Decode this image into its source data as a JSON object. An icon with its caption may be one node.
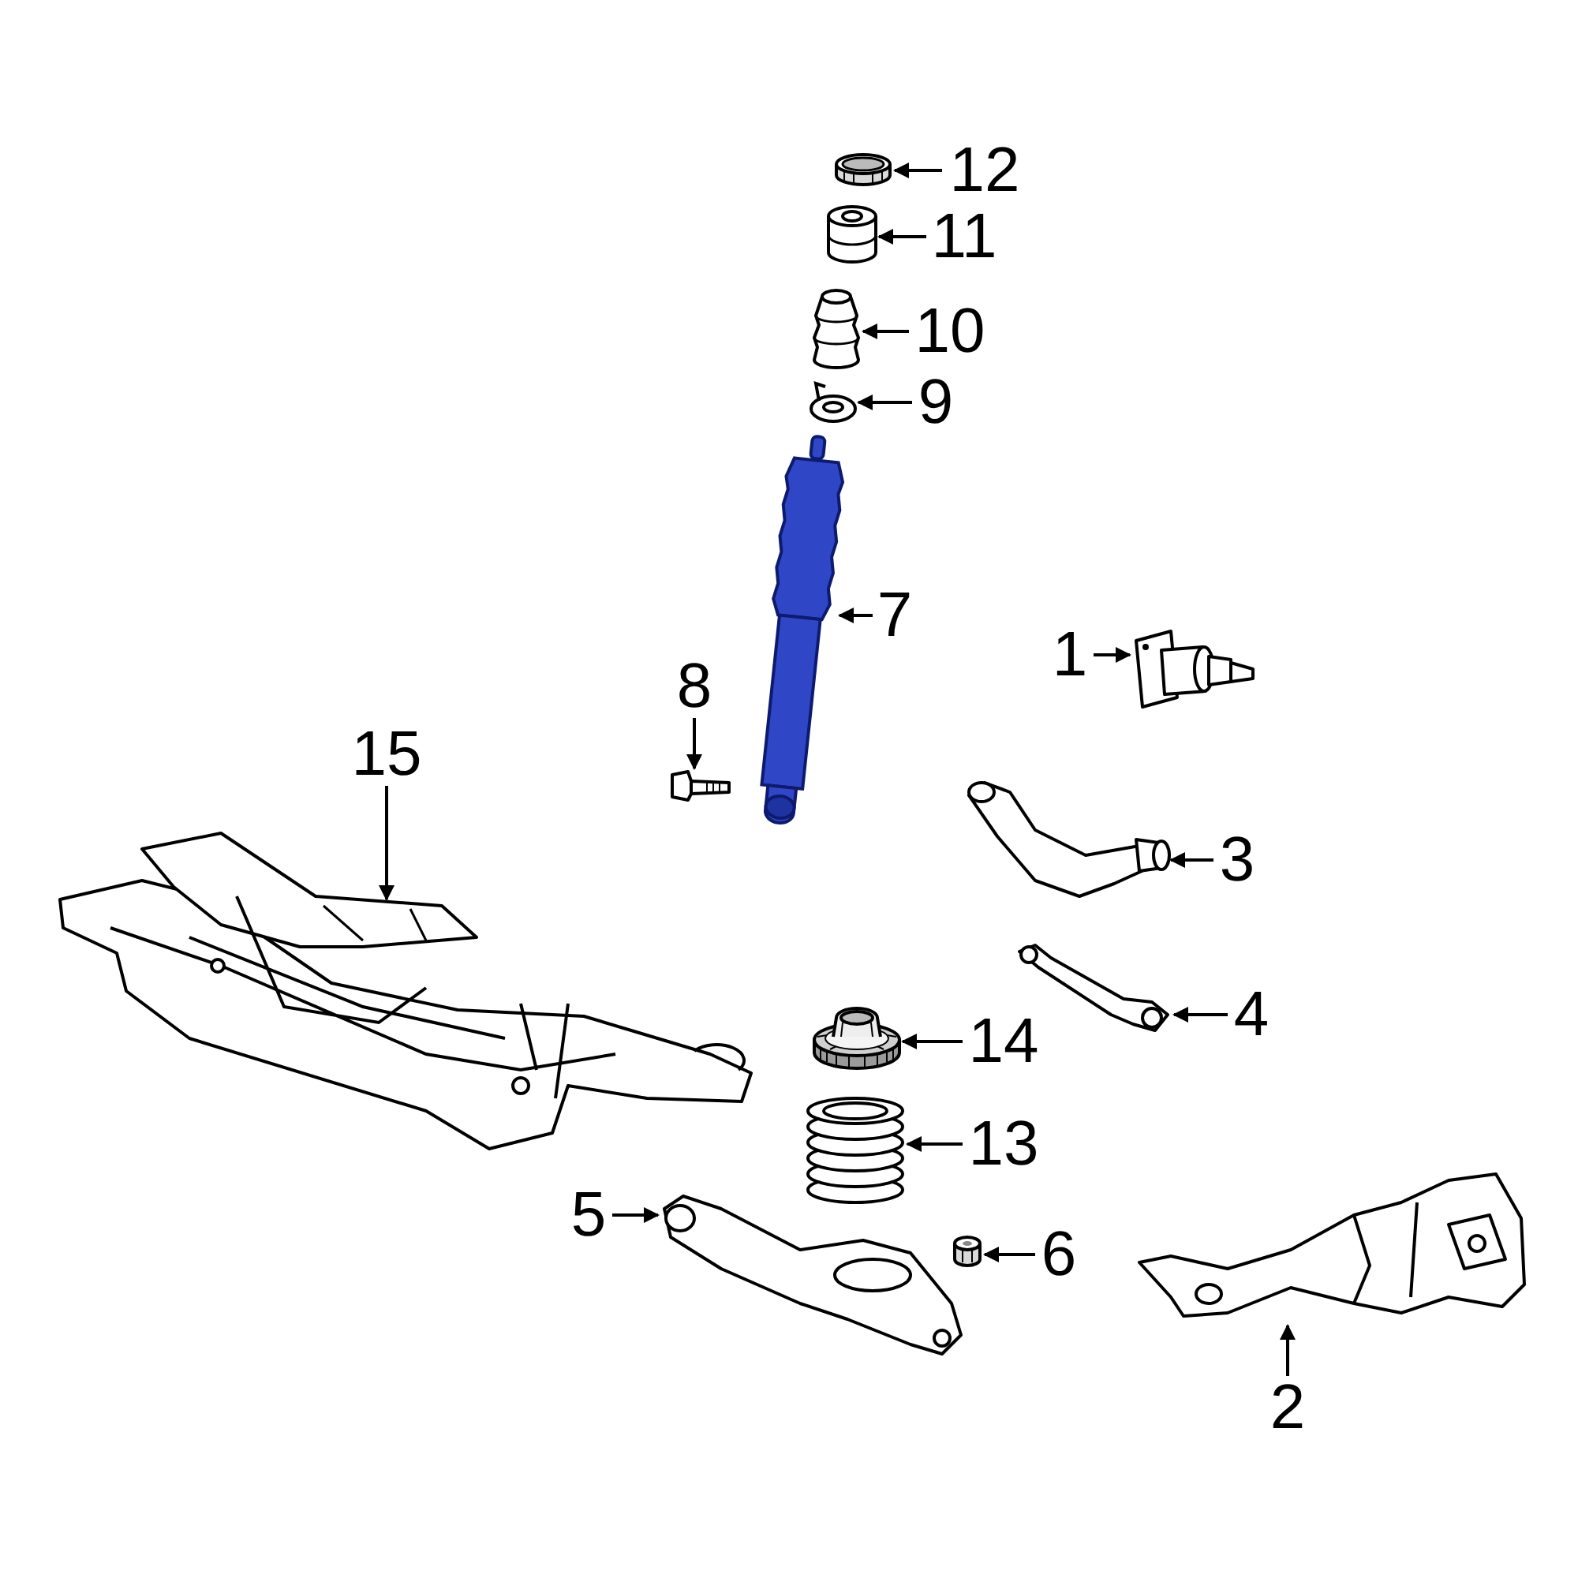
{
  "diagram": {
    "nodes": [
      {
        "text": [
          "12"
        ]
      },
      {
        "text": [],
        "shape": "picture"
      },
      {
        "text": [
          "11"
        ]
      },
      {
        "text": [],
        "shape": "picture"
      },
      {
        "text": [
          "10"
        ]
      },
      {
        "text": [],
        "shape": "picture"
      },
      {
        "text": [
          "9"
        ]
      },
      {
        "text": [],
        "shape": "picture"
      },
      {
        "text": [
          "7"
        ]
      },
      {
        "text": [],
        "shape": "picture"
      },
      {
        "text": [
          "1"
        ]
      },
      {
        "text": [],
        "shape": "picture"
      },
      {
        "text": [
          "8"
        ]
      },
      {
        "text": [],
        "shape": "picture"
      },
      {
        "text": [
          "15"
        ]
      },
      {
        "text": [],
        "shape": "picture"
      },
      {
        "text": [
          "3"
        ]
      },
      {
        "text": [],
        "shape": "picture"
      },
      {
        "text": [
          "4"
        ]
      },
      {
        "text": [],
        "shape": "picture"
      },
      {
        "text": [
          "14"
        ]
      },
      {
        "text": [],
        "shape": "picture"
      },
      {
        "text": [
          "13"
        ]
      },
      {
        "text": [],
        "shape": "picture"
      },
      {
        "text": [
          "5"
        ]
      },
      {
        "text": [],
        "shape": "picture"
      },
      {
        "text": [
          "6"
        ]
      },
      {
        "text": [],
        "shape": "picture"
      },
      {
        "text": [
          "2"
        ]
      },
      {
        "text": [],
        "shape": "picture"
      }
    ],
    "edges": [
      {
        "from": 0,
        "to": 1,
        "arrow": "to"
      },
      {
        "from": 2,
        "to": 3,
        "arrow": "to"
      },
      {
        "from": 4,
        "to": 5,
        "arrow": "to"
      },
      {
        "from": 6,
        "to": 7,
        "arrow": "to"
      },
      {
        "from": 8,
        "to": 9,
        "arrow": "to"
      },
      {
        "from": 10,
        "to": 11,
        "arrow": "to"
      },
      {
        "from": 12,
        "to": 13,
        "arrow": "to"
      },
      {
        "from": 14,
        "to": 15,
        "arrow": "to"
      },
      {
        "from": 16,
        "to": 17,
        "arrow": "to"
      },
      {
        "from": 18,
        "to": 19,
        "arrow": "to"
      },
      {
        "from": 20,
        "to": 21,
        "arrow": "to"
      },
      {
        "from": 22,
        "to": 23,
        "arrow": "to"
      },
      {
        "from": 24,
        "to": 25,
        "arrow": "to"
      },
      {
        "from": 26,
        "to": 27,
        "arrow": "to"
      },
      {
        "from": 28,
        "to": 29,
        "arrow": "to"
      }
    ]
  }
}
